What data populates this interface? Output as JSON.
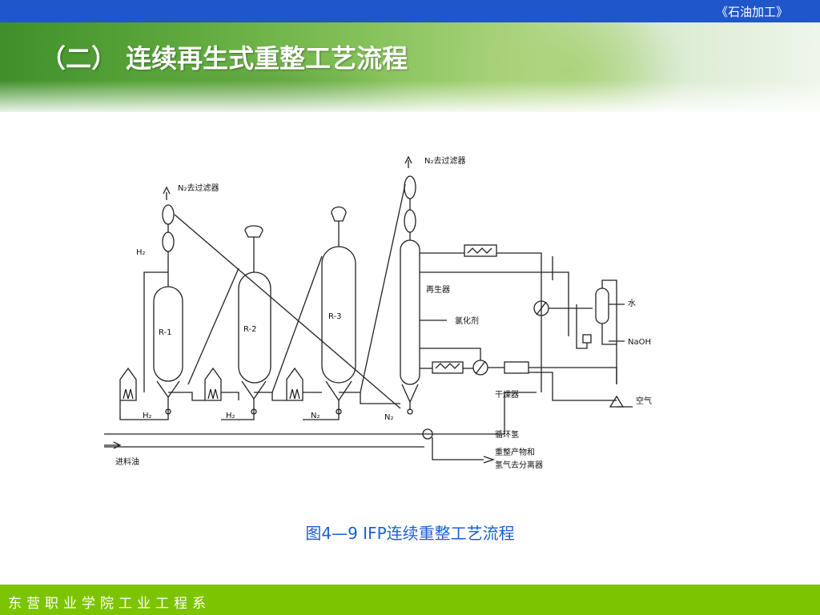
{
  "header": {
    "course_title": "《石油加工》",
    "slide_title": "（二）  连续再生式重整工艺流程"
  },
  "diagram": {
    "labels": {
      "n2_to_filter_left": "N₂去过滤器",
      "n2_to_filter_right": "N₂去过滤器",
      "h2_top": "H₂",
      "reactor_1": "R-1",
      "reactor_2": "R-2",
      "reactor_3": "R-3",
      "regenerator": "再生器",
      "chlorinating_agent": "氯化剂",
      "water": "水",
      "naoh": "NaOH",
      "dryer": "干燥器",
      "air": "空气",
      "h2_bottom_1": "H₂",
      "h2_bottom_2": "H₂",
      "n2_bottom_1": "N₂",
      "n2_bottom_2": "N₂",
      "recycle_hydrogen": "循环氢",
      "feed_oil": "进料油",
      "product_line1": "重整产物和",
      "product_line2": "氢气去分离器"
    }
  },
  "caption": "图4—9 IFP连续重整工艺流程",
  "footer": "东营职业学院工业工程系",
  "colors": {
    "top_bar": "#1f56c9",
    "footer_bar": "#7dc400",
    "caption": "#1a5fd6"
  }
}
